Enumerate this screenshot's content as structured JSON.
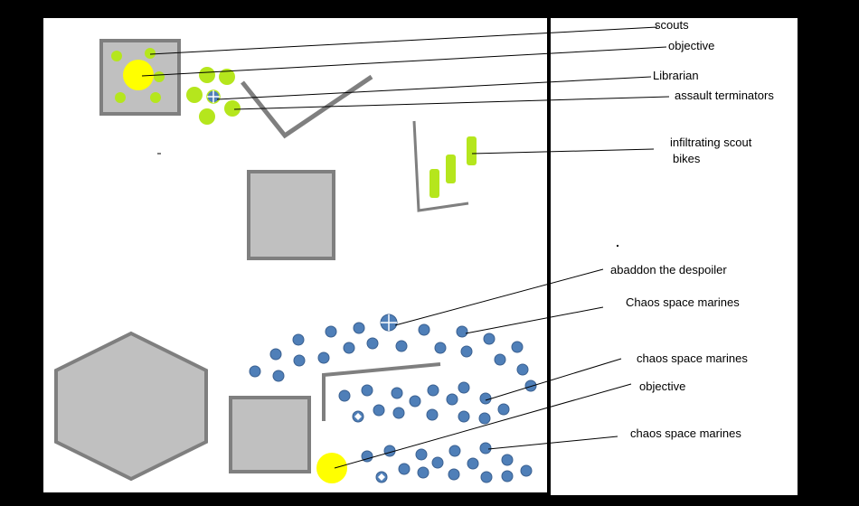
{
  "labels": {
    "scouts": "scouts",
    "objective_top": "objective",
    "librarian": "Librarian",
    "assault_terminators": "assault terminators",
    "scout_bikes_1": "infiltrating scout",
    "scout_bikes_2": "bikes",
    "abaddon": "abaddon the despoiler",
    "chaos_1": "Chaos space marines",
    "chaos_2": "chaos space marines",
    "objective_bottom": "objective",
    "chaos_3": "chaos space marines"
  },
  "colors": {
    "background": "#000000",
    "board": "#ffffff",
    "terrain_fill": "#c0c0c0",
    "terrain_border": "#7f7f7f",
    "space_marines": "#b5e61d",
    "objective": "#ffff00",
    "chaos": "#4f7fb8",
    "leader_line": "#000000"
  },
  "icons": {
    "librarian": "crosshair-token-icon",
    "abaddon": "crosshair-token-icon",
    "chaos_sergeant": "diamond-token-icon"
  }
}
